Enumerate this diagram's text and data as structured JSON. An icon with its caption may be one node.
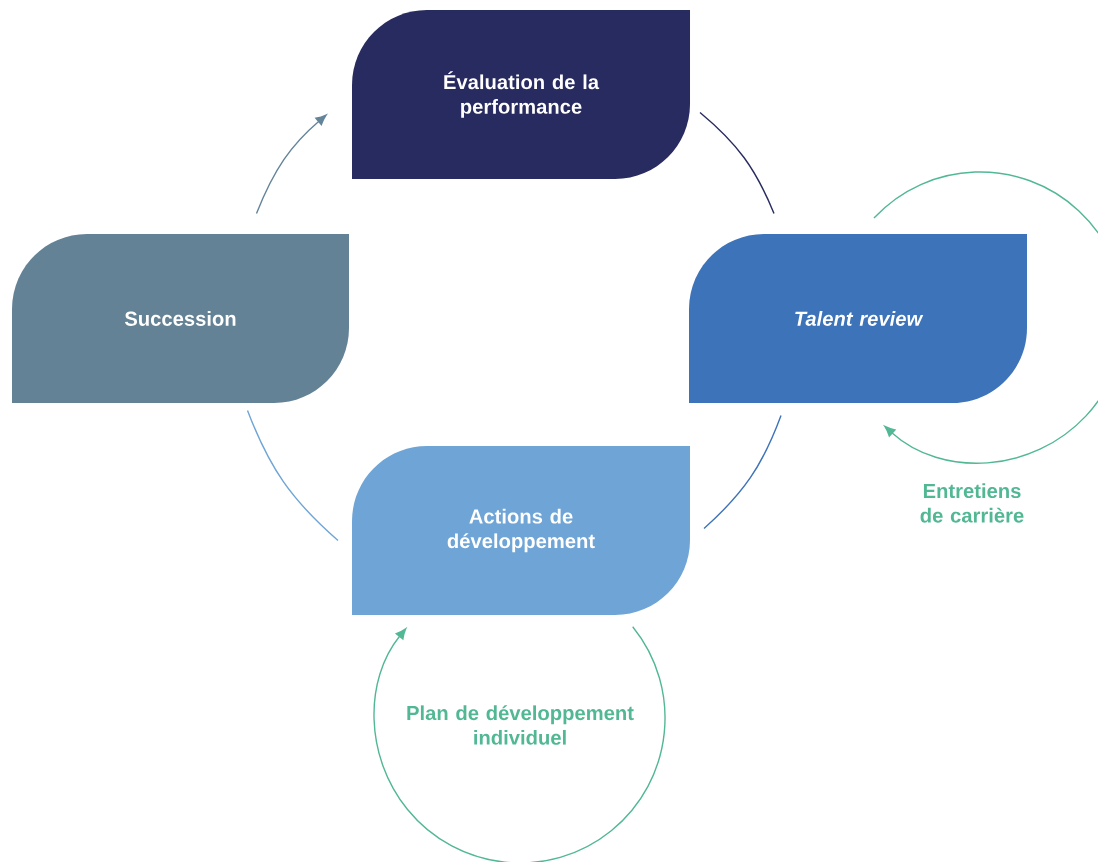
{
  "diagram": {
    "nodes": [
      {
        "text": [
          "Évaluation de la performance"
        ]
      },
      {
        "text": [
          "Talent review"
        ]
      },
      {
        "text": [
          "Actions de développement"
        ]
      },
      {
        "text": [
          "Succession"
        ]
      }
    ],
    "edges": [
      {
        "from": 3,
        "to": 0,
        "arrow": "to",
        "color": "#64849a"
      },
      {
        "from": 0,
        "to": 1,
        "arrow": "none",
        "color": "#282b5f"
      },
      {
        "from": 1,
        "to": 2,
        "arrow": "none",
        "color": "#3d73b8"
      },
      {
        "from": 2,
        "to": 3,
        "arrow": "none",
        "color": "#6fa5d6"
      },
      {
        "from": 1,
        "to": 1,
        "arrow": "to",
        "color": "#52b894",
        "label": "Entretiens de carrière"
      },
      {
        "from": 2,
        "to": 2,
        "arrow": "to",
        "color": "#52b894",
        "label": "Plan de développement individuel"
      }
    ]
  }
}
